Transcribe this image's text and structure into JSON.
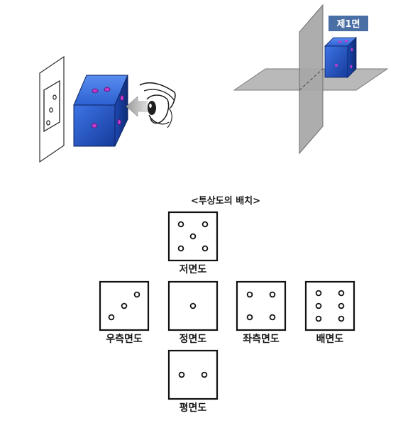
{
  "top_left_diagram": {
    "projection_plane_dots": 3,
    "cube_front_dots": 1,
    "cube_top_dots": 2,
    "cube_side_dots": 2
  },
  "top_right_diagram": {
    "face_label": "제1면"
  },
  "arrangement": {
    "title": "<투상도의 배치>",
    "views": [
      {
        "key": "bottom",
        "label": "저면도",
        "pips": 5
      },
      {
        "key": "right",
        "label": "우측면도",
        "pips": 3
      },
      {
        "key": "front",
        "label": "정면도",
        "pips": 1
      },
      {
        "key": "left",
        "label": "좌측면도",
        "pips": 4
      },
      {
        "key": "rear",
        "label": "배면도",
        "pips": 6
      },
      {
        "key": "top",
        "label": "평면도",
        "pips": 2
      }
    ]
  },
  "colors": {
    "cube_blue": "#2f5fd6",
    "cube_dark": "#10307c",
    "pip_magenta": "#c23ad0",
    "plane_gray": "#b9b9b9",
    "label_bg": "#4a6fa5"
  }
}
